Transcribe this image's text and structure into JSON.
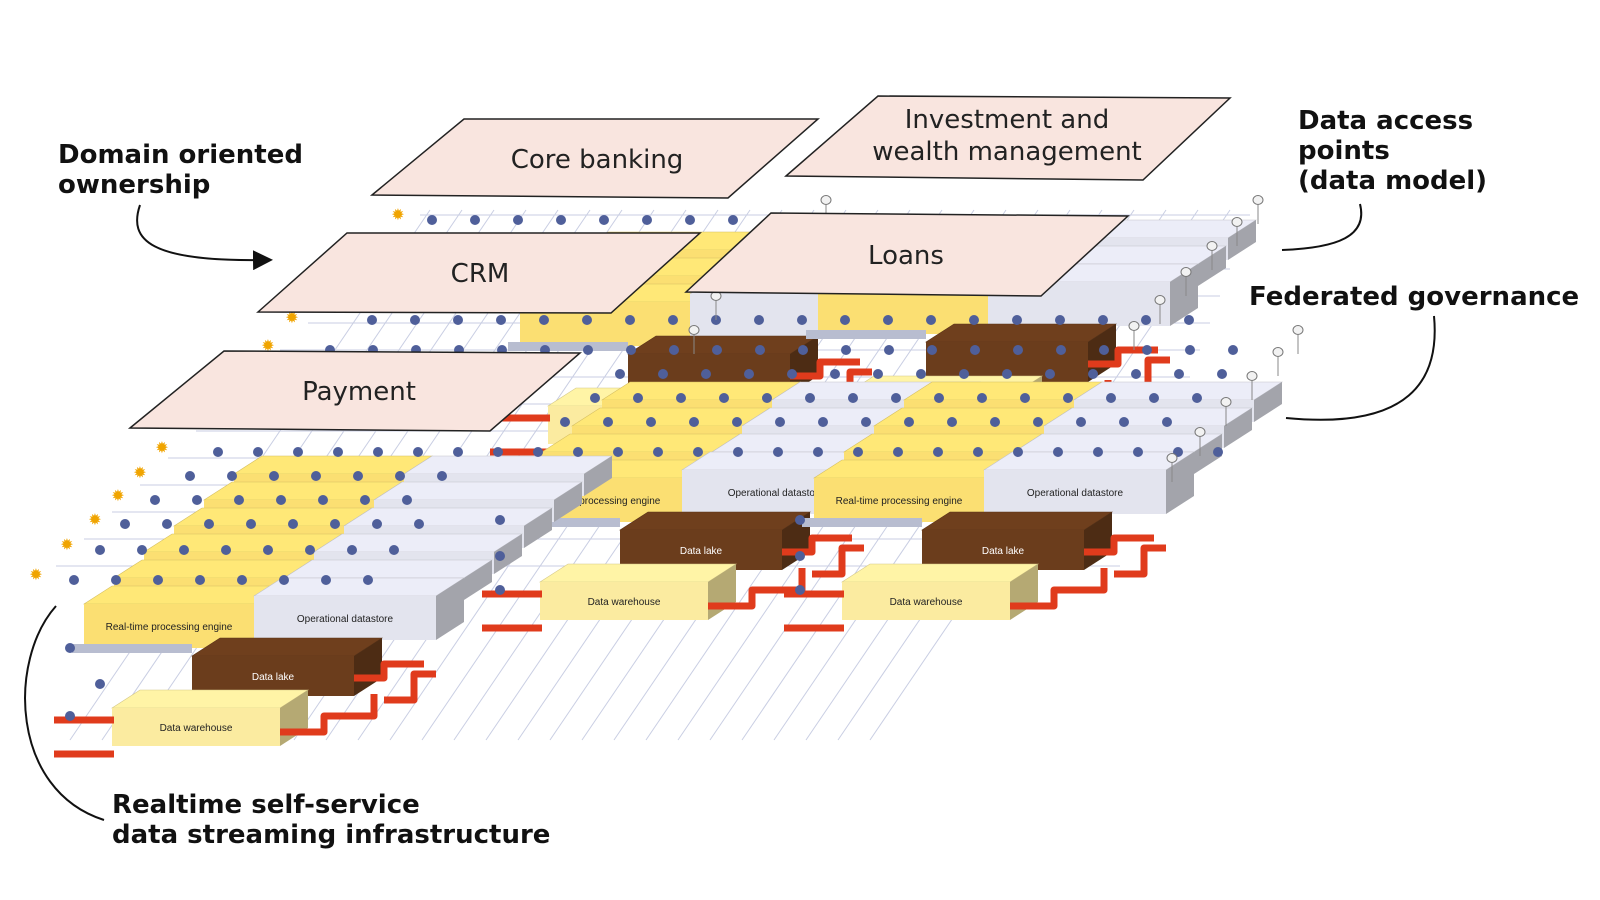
{
  "callouts": {
    "domain_ownership": "Domain oriented\nownership",
    "data_access_points": "Data access\npoints\n(data model)",
    "federated_governance": "Federated governance",
    "infrastructure": "Realtime self-service\ndata streaming infrastructure"
  },
  "domains": {
    "core_banking": "Core banking",
    "investment": "Investment and\nwealth management",
    "crm": "CRM",
    "loans": "Loans",
    "payment": "Payment"
  },
  "components": {
    "engine": "Real-time processing engine",
    "datastore": "Operational datastore",
    "datastore_clipped": "Operational datastor",
    "lake": "Data lake",
    "warehouse": "Data warehouse"
  },
  "colors": {
    "domain_fill": "#f9e5df",
    "engine_yellow": "#fbdf72",
    "datastore_grey": "#e3e4ee",
    "lake_brown": "#6b3d1c",
    "warehouse_yellow": "#fbeba0",
    "node_blue": "#4f5f9a",
    "pipe_red": "#e03b1c",
    "star_orange": "#f0a400"
  }
}
